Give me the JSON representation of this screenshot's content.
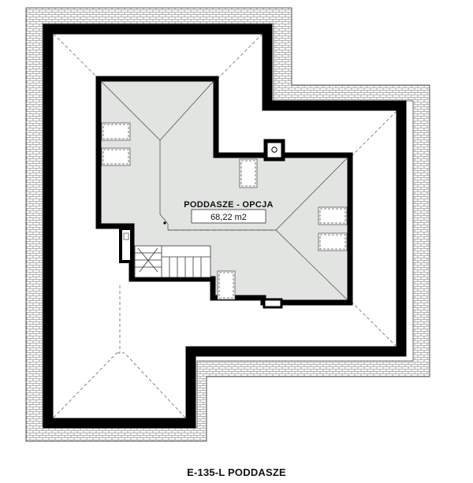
{
  "room": {
    "name": "PODDASZE - OPCJA",
    "area": "68,22 m2"
  },
  "caption": "E-135-L PODDASZE",
  "colors": {
    "wall": "#000000",
    "room_fill": "#e2e4e2",
    "eave_brick": "#9a9a9a",
    "background": "#ffffff"
  }
}
